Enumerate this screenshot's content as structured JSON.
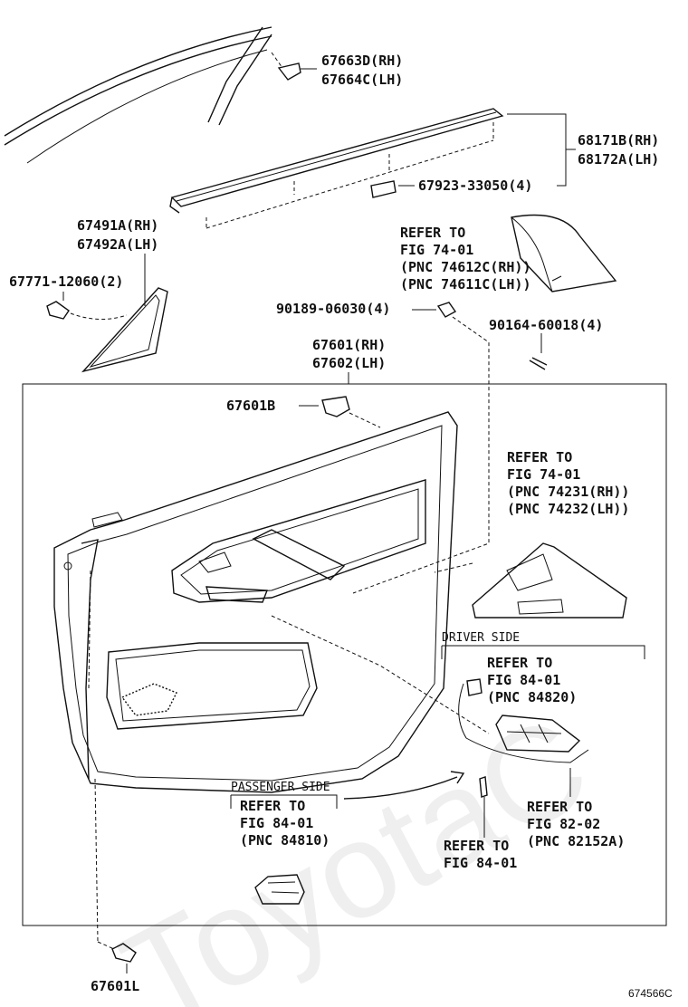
{
  "watermark": "ToyotaC",
  "figure_code": "674566C",
  "labels": {
    "p67663": [
      "67663D(RH)",
      "67664C(LH)"
    ],
    "p68171": [
      "68171B(RH)",
      "68172A(LH)"
    ],
    "p67923": "67923-33050(4)",
    "p67491": [
      "67491A(RH)",
      "67492A(LH)"
    ],
    "p67771": "67771-12060(2)",
    "refer_7401_a": [
      "REFER TO",
      "FIG 74-01",
      "(PNC 74612C(RH))",
      "(PNC 74611C(LH))"
    ],
    "p90189": "90189-06030(4)",
    "p90164": "90164-60018(4)",
    "p67601": [
      "67601(RH)",
      "67602(LH)"
    ],
    "p67601B": "67601B",
    "refer_7401_b": [
      "REFER TO",
      "FIG 74-01",
      "(PNC 74231(RH))",
      "(PNC 74232(LH))"
    ],
    "driver_side": "DRIVER SIDE",
    "refer_8401_a": [
      "REFER TO",
      "FIG 84-01",
      "(PNC 84820)"
    ],
    "passenger_side": "PASSENGER SIDE",
    "refer_8401_b": [
      "REFER TO",
      "FIG 84-01",
      "(PNC 84810)"
    ],
    "refer_8202": [
      "REFER TO",
      "FIG 82-02",
      "(PNC 82152A)"
    ],
    "refer_8401_c": [
      "REFER TO",
      "FIG 84-01"
    ],
    "p67601L": "67601L"
  }
}
